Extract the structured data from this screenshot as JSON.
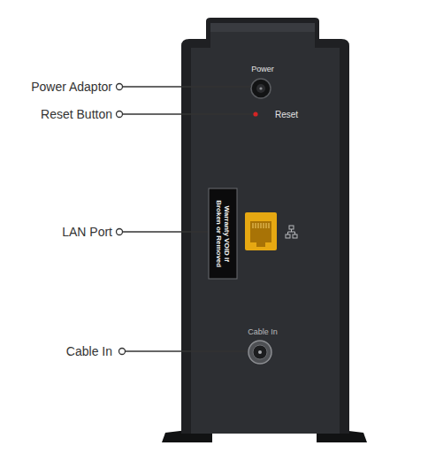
{
  "diagram": {
    "labels": [
      "Power Adaptor",
      "Power",
      "Reset Button",
      "Reset",
      "LAN Port",
      "Warranty VOID If Broken or Removed",
      "Cable In",
      "Cable In"
    ]
  }
}
